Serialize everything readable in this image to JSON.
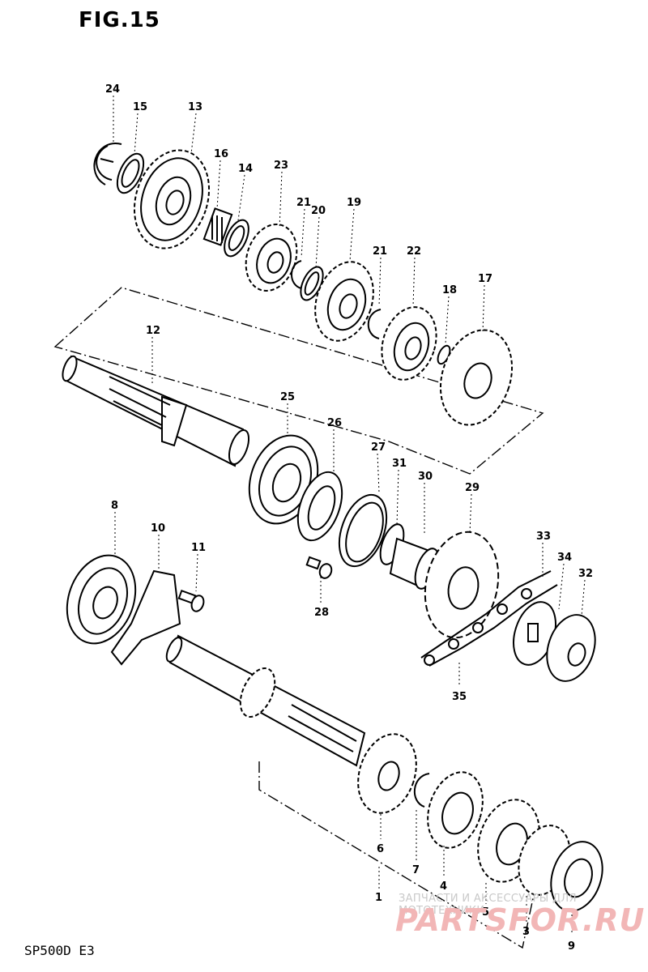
{
  "figure": {
    "title": "FIG.15",
    "model_code": "SP500D E3"
  },
  "watermark": {
    "line1": "ЗАПЧАСТИ И АКСЕССУАРЫ ДЛЯ МОТОТЕХНИКИ",
    "line2": "PARTSFOR.RU"
  },
  "callouts": [
    {
      "id": "24",
      "label": "24"
    },
    {
      "id": "15",
      "label": "15"
    },
    {
      "id": "13",
      "label": "13"
    },
    {
      "id": "16",
      "label": "16"
    },
    {
      "id": "14",
      "label": "14"
    },
    {
      "id": "23",
      "label": "23"
    },
    {
      "id": "21a",
      "label": "21"
    },
    {
      "id": "20",
      "label": "20"
    },
    {
      "id": "19",
      "label": "19"
    },
    {
      "id": "21b",
      "label": "21"
    },
    {
      "id": "22",
      "label": "22"
    },
    {
      "id": "18",
      "label": "18"
    },
    {
      "id": "17",
      "label": "17"
    },
    {
      "id": "12",
      "label": "12"
    },
    {
      "id": "25",
      "label": "25"
    },
    {
      "id": "26",
      "label": "26"
    },
    {
      "id": "27",
      "label": "27"
    },
    {
      "id": "31",
      "label": "31"
    },
    {
      "id": "30",
      "label": "30"
    },
    {
      "id": "29",
      "label": "29"
    },
    {
      "id": "8",
      "label": "8"
    },
    {
      "id": "10",
      "label": "10"
    },
    {
      "id": "11",
      "label": "11"
    },
    {
      "id": "28",
      "label": "28"
    },
    {
      "id": "33",
      "label": "33"
    },
    {
      "id": "34",
      "label": "34"
    },
    {
      "id": "32",
      "label": "32"
    },
    {
      "id": "35",
      "label": "35"
    },
    {
      "id": "6",
      "label": "6"
    },
    {
      "id": "7",
      "label": "7"
    },
    {
      "id": "4",
      "label": "4"
    },
    {
      "id": "1",
      "label": "1"
    },
    {
      "id": "5",
      "label": "5"
    },
    {
      "id": "3",
      "label": "3"
    },
    {
      "id": "9",
      "label": "9"
    }
  ]
}
